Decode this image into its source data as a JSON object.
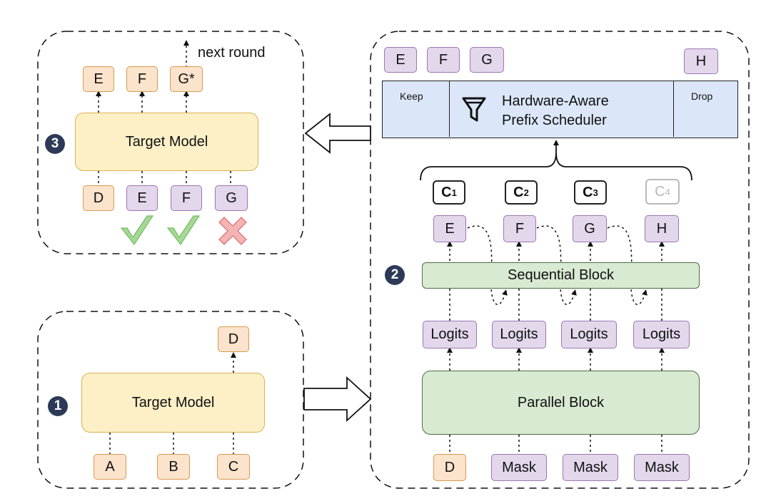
{
  "colors": {
    "draft_token_orange": "#fbe3cc",
    "token_purple": "#e3d7ec",
    "target_model_yellow": "#fdf0c7",
    "block_green": "#d8ead2",
    "scheduler_blue": "#dbe7f8",
    "badge_navy": "#2d3a57",
    "accept_green": "#6fbf5a",
    "reject_red": "#e06a6a"
  },
  "panel1": {
    "badge": "1",
    "target_model": "Target Model",
    "inputs": [
      "A",
      "B",
      "C"
    ],
    "output": "D"
  },
  "panel2": {
    "badge": "2",
    "inputs": [
      "D",
      "Mask",
      "Mask",
      "Mask"
    ],
    "parallel_block": "Parallel Block",
    "logits": [
      "Logits",
      "Logits",
      "Logits",
      "Logits"
    ],
    "sequential_block": "Sequential  Block",
    "tokens": [
      "E",
      "F",
      "G",
      "H"
    ],
    "candidates": [
      {
        "base": "C",
        "sub": "1"
      },
      {
        "base": "C",
        "sub": "2"
      },
      {
        "base": "C",
        "sub": "3"
      },
      {
        "base": "C",
        "sub": "4"
      }
    ],
    "scheduler": {
      "keep": "Keep",
      "drop": "Drop",
      "title_line1": "Hardware-Aware",
      "title_line2": "Prefix Scheduler",
      "icon": "funnel-icon"
    },
    "kept_tokens": [
      "E",
      "F",
      "G"
    ],
    "dropped_tokens": [
      "H"
    ]
  },
  "panel3": {
    "badge": "3",
    "target_model": "Target Model",
    "inputs": [
      "D",
      "E",
      "F",
      "G"
    ],
    "outputs": [
      "E",
      "F",
      "G*"
    ],
    "next_round": "next round",
    "verdicts": [
      "check-icon",
      "check-icon",
      "cross-icon"
    ]
  }
}
